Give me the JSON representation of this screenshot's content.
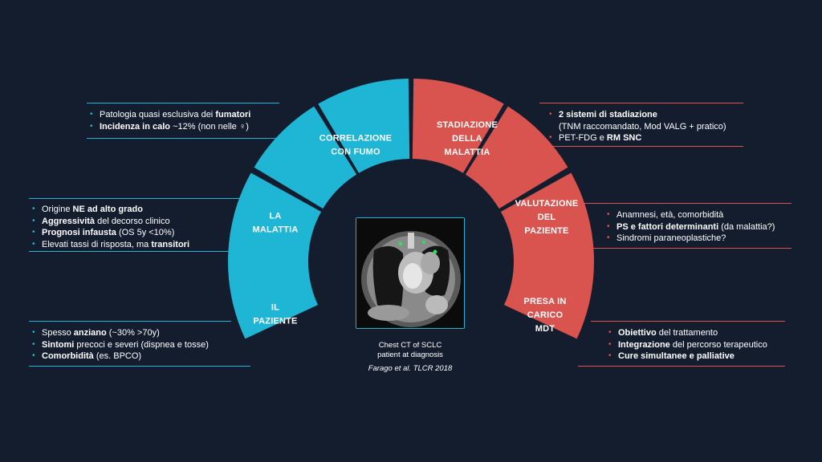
{
  "colors": {
    "blue": "#1fb5d4",
    "red": "#d9534f",
    "background": "#141d2e"
  },
  "segments": [
    {
      "id": "correlazione",
      "lines": [
        "CORRELAZIONE",
        "CON FUMO"
      ],
      "color": "#1fb5d4"
    },
    {
      "id": "malattia",
      "lines": [
        "LA",
        "MALATTIA"
      ],
      "color": "#1fb5d4"
    },
    {
      "id": "paziente",
      "lines": [
        "IL",
        "PAZIENTE"
      ],
      "color": "#1fb5d4"
    },
    {
      "id": "stadiazione",
      "lines": [
        "STADIAZIONE",
        "DELLA",
        "MALATTIA"
      ],
      "color": "#d9534f"
    },
    {
      "id": "valutazione",
      "lines": [
        "VALUTAZIONE",
        "DEL",
        "PAZIENTE"
      ],
      "color": "#d9534f"
    },
    {
      "id": "presa",
      "lines": [
        "PRESA IN",
        "CARICO",
        "MDT"
      ],
      "color": "#d9534f"
    }
  ],
  "panels": {
    "fumo": [
      [
        {
          "t": "Patologia quasi esclusiva dei "
        },
        {
          "t": "fumatori",
          "b": true
        }
      ],
      [
        {
          "t": "Incidenza in calo",
          "b": true
        },
        {
          "t": " ~12% (non nelle ♀)"
        }
      ]
    ],
    "malattia": [
      [
        {
          "t": "Origine "
        },
        {
          "t": "NE ad alto grado",
          "b": true
        }
      ],
      [
        {
          "t": "Aggressività",
          "b": true
        },
        {
          "t": " del decorso clinico"
        }
      ],
      [
        {
          "t": "Prognosi infausta",
          "b": true
        },
        {
          "t": " (OS 5y <10%)"
        }
      ],
      [
        {
          "t": "Elevati tassi di risposta, ma "
        },
        {
          "t": "transitori",
          "b": true
        }
      ]
    ],
    "paziente": [
      [
        {
          "t": "Spesso "
        },
        {
          "t": "anziano",
          "b": true
        },
        {
          "t": " (~30% >70y)"
        }
      ],
      [
        {
          "t": "Sintomi",
          "b": true
        },
        {
          "t": " precoci e severi (dispnea e tosse)"
        }
      ],
      [
        {
          "t": "Comorbidità",
          "b": true
        },
        {
          "t": " (es. BPCO)"
        }
      ]
    ],
    "stadiazione": [
      [
        {
          "t": "2 sistemi di stadiazione",
          "b": true
        }
      ],
      [
        {
          "t": "(TNM raccomandato, Mod VALG + pratico)",
          "nobullet": true
        }
      ],
      [
        {
          "t": "PET-FDG e "
        },
        {
          "t": "RM SNC",
          "b": true
        }
      ]
    ],
    "valutazione": [
      [
        {
          "t": "Anamnesi, età, comorbidità"
        }
      ],
      [
        {
          "t": "PS e fattori determinanti",
          "b": true
        },
        {
          "t": " (da malattia?)"
        }
      ],
      [
        {
          "t": "Sindromi paraneoplastiche?"
        }
      ]
    ],
    "presa": [
      [
        {
          "t": "Obiettivo",
          "b": true
        },
        {
          "t": " del trattamento"
        }
      ],
      [
        {
          "t": "Integrazione",
          "b": true
        },
        {
          "t": " del percorso terapeutico"
        }
      ],
      [
        {
          "t": "Cure simultanee e palliative",
          "b": true
        }
      ]
    ]
  },
  "caption": {
    "line1": "Chest CT of SCLC",
    "line2": "patient at diagnosis",
    "citation": "Farago et al. TLCR 2018"
  }
}
